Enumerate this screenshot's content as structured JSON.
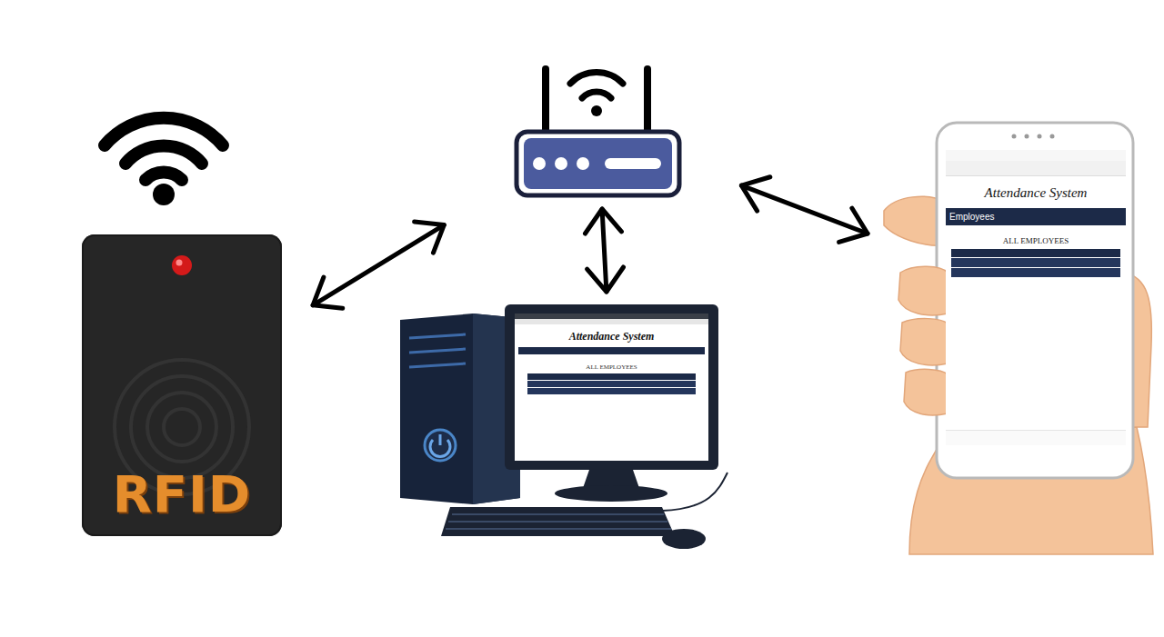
{
  "diagram": {
    "nodes": [
      {
        "text": [
          "RFID"
        ]
      },
      {
        "text": []
      },
      {
        "text": [
          "Attendance System",
          "ALL EMPLOYEES"
        ]
      },
      {
        "text": [
          "Attendance System",
          "Employees",
          "ALL EMPLOYEES"
        ]
      }
    ],
    "edges": [
      {
        "from": 0,
        "to": 1,
        "arrow": "both"
      },
      {
        "from": 1,
        "to": 2,
        "arrow": "both"
      },
      {
        "from": 1,
        "to": 3,
        "arrow": "both"
      }
    ]
  }
}
